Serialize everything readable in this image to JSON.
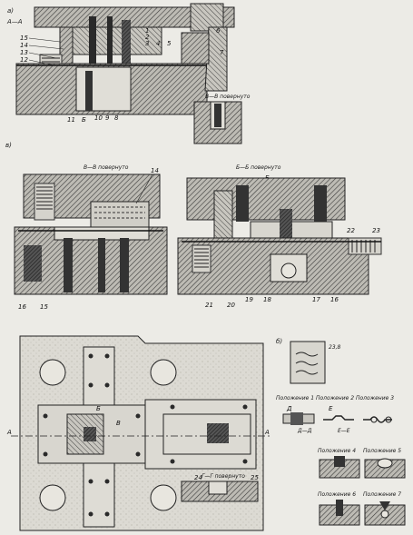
{
  "figure": {
    "fig_a_label": "а)",
    "fig_b_label": "б)",
    "fig_v_label": "в)"
  },
  "top_view": {
    "section_label": "А—А",
    "callouts_left": [
      "15",
      "14",
      "13",
      "12"
    ],
    "callouts_top": [
      "1",
      "2",
      "3",
      "4",
      "5"
    ],
    "callouts_right": [
      "6",
      "7"
    ],
    "callouts_bottom": [
      "11",
      "Б",
      "10",
      "9",
      "8"
    ],
    "rotated_label": "В—В повернуто"
  },
  "mid_left": {
    "section_label": "В—В повернуто",
    "callouts": [
      "14",
      "16",
      "15"
    ]
  },
  "mid_right": {
    "section_label": "Б—Б повернуто",
    "marker": "Б",
    "callouts": [
      "22",
      "23",
      "21",
      "20",
      "19",
      "18",
      "17",
      "16"
    ]
  },
  "plan_view": {
    "arrow_a_left": "А",
    "arrow_a_right": "А",
    "marker_b": "Б",
    "marker_v": "В",
    "rotated_label": "Г—Г повернуто",
    "callouts": [
      "24",
      "25"
    ]
  },
  "positions": {
    "strip_dim": "23,8",
    "p1": "Положение 1",
    "p2": "Положение 2",
    "p3": "Положение 3",
    "p4": "Положение 4",
    "p5": "Положение 5",
    "p6": "Положение 6",
    "p7": "Положение 7",
    "cut_d": "Д—Д",
    "cut_e": "Е—Е",
    "marker_d": "Д",
    "marker_e": "Е"
  }
}
